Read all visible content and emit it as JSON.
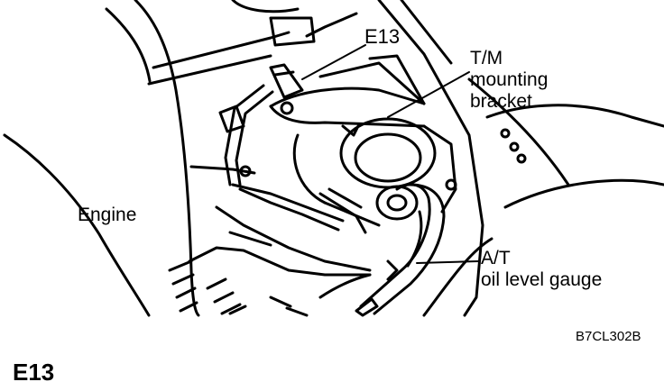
{
  "labels": {
    "connector": "E13",
    "bracket_line1": "T/M",
    "bracket_line2": "mounting",
    "bracket_line3": "bracket",
    "engine": "Engine",
    "gauge_line1": "A/T",
    "gauge_line2": "oil level gauge"
  },
  "figure_code": "B7CL302B",
  "section_title": "E13"
}
